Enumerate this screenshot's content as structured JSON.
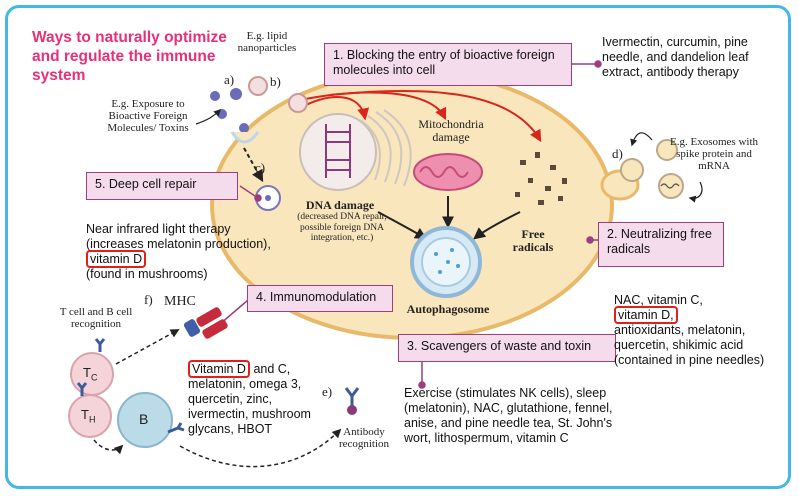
{
  "title": "Ways to naturally optimize and regulate the immune system",
  "labels": {
    "lipid_np": "E.g. lipid nanoparticles",
    "exposure": "E.g. Exposure to Bioactive Foreign Molecules/ Toxins",
    "exosomes": "E.g. Exosomes with spike protein and mRNA",
    "mito": "Mitochondria damage",
    "dna_title": "DNA damage",
    "dna_sub": "(decreased DNA repair, possible foreign DNA integration, etc.)",
    "free_radicals": "Free radicals",
    "autophagosome": "Autophagosome",
    "mhc": "MHC",
    "tcell_bcell": "T cell and B cell recognition",
    "antibody_rec": "Antibody recognition",
    "tc": "T",
    "tc_sub": "C",
    "th": "T",
    "th_sub": "H",
    "b": "B",
    "a": "a)",
    "b_letter": "b)",
    "c": "c)",
    "d": "d)",
    "e": "e)",
    "f": "f)"
  },
  "boxes": {
    "box1": "1. Blocking the entry of bioactive foreign molecules into cell",
    "box2": "2. Neutralizing free radicals",
    "box3": "3. Scavengers of waste and toxin",
    "box4": "4. Immunomodulation",
    "box5": "5. Deep cell repair"
  },
  "notes": {
    "note1": "Ivermectin, curcumin, pine needle, and dandelion leaf extract, antibody therapy",
    "note2_pre": "NAC, vitamin C,",
    "note2_hl": "vitamin D,",
    "note2_post": "antioxidants, melatonin, quercetin, shikimic acid (contained in pine needles)",
    "note3": "Exercise (stimulates NK cells), sleep (melatonin), NAC, glutathione, fennel, anise, and pine needle tea, St. John's wort, lithospermum, vitamin C",
    "note4_hl": "Vitamin D",
    "note4_post": " and C, melatonin, omega 3, quercetin, zinc, ivermectin, mushroom glycans, HBOT",
    "note5_pre": "Near infrared light therapy (increases melatonin production),",
    "note5_hl": "vitamin D",
    "note5_post": "(found in mushrooms)"
  },
  "colors": {
    "frame": "#44b7e4",
    "title": "#e8307a",
    "box_fill": "#f4dcec",
    "box_border": "#9c3f7e",
    "cell": "#f9e6bd",
    "cell_border": "#e9b96a",
    "highlight": "#e0201a",
    "arrow_red": "#d8261c"
  }
}
